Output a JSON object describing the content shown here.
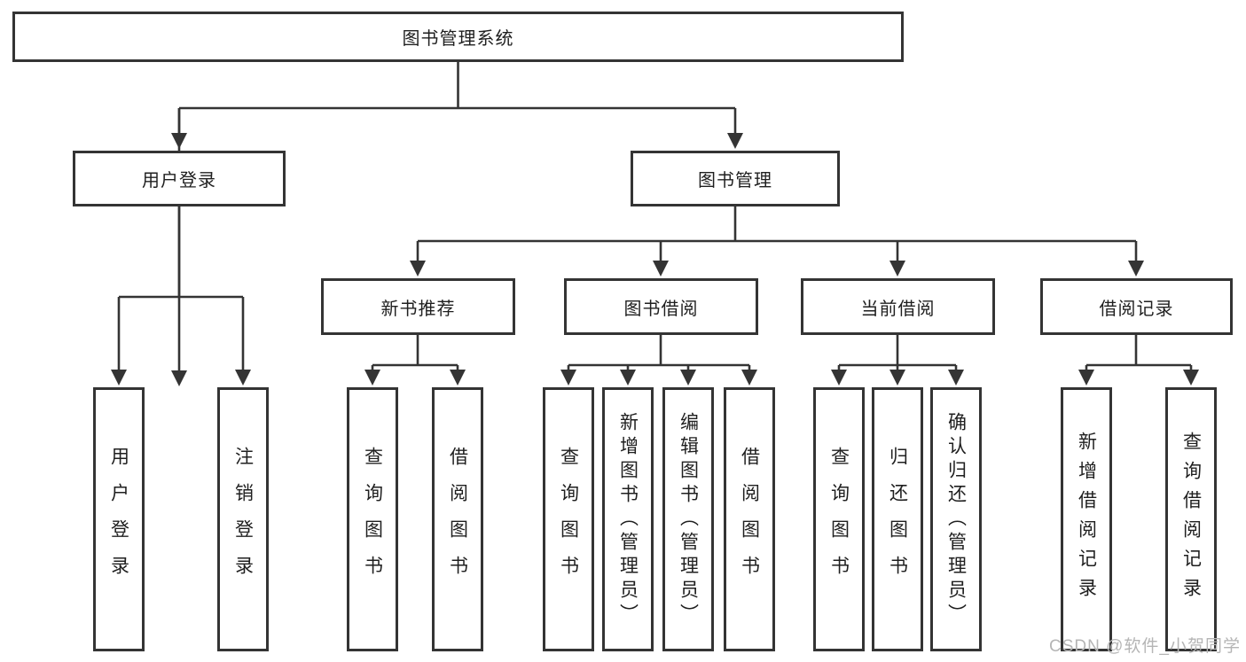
{
  "diagram": {
    "root": {
      "label": "图书管理系统"
    },
    "branches": [
      {
        "label": "用户登录",
        "children": [
          {
            "label": "用户登录"
          },
          {
            "label": "注销登录"
          }
        ]
      },
      {
        "label": "图书管理",
        "children": [
          {
            "label": "新书推荐",
            "children": [
              {
                "label": "查询图书"
              },
              {
                "label": "借阅图书"
              }
            ]
          },
          {
            "label": "图书借阅",
            "children": [
              {
                "label": "查询图书"
              },
              {
                "label": "新增图书（管理员）"
              },
              {
                "label": "编辑图书（管理员）"
              },
              {
                "label": "借阅图书"
              }
            ]
          },
          {
            "label": "当前借阅",
            "children": [
              {
                "label": "查询图书"
              },
              {
                "label": "归还图书"
              },
              {
                "label": "确认归还（管理员）"
              }
            ]
          },
          {
            "label": "借阅记录",
            "children": [
              {
                "label": "新增借阅记录"
              },
              {
                "label": "查询借阅记录"
              }
            ]
          }
        ]
      }
    ]
  },
  "colors": {
    "line": "#343434",
    "text": "#1f1f1f",
    "watermark": "#b5b5b5",
    "background": "#ffffff"
  },
  "watermark": {
    "text": "CSDN @软件_小贺同学"
  }
}
